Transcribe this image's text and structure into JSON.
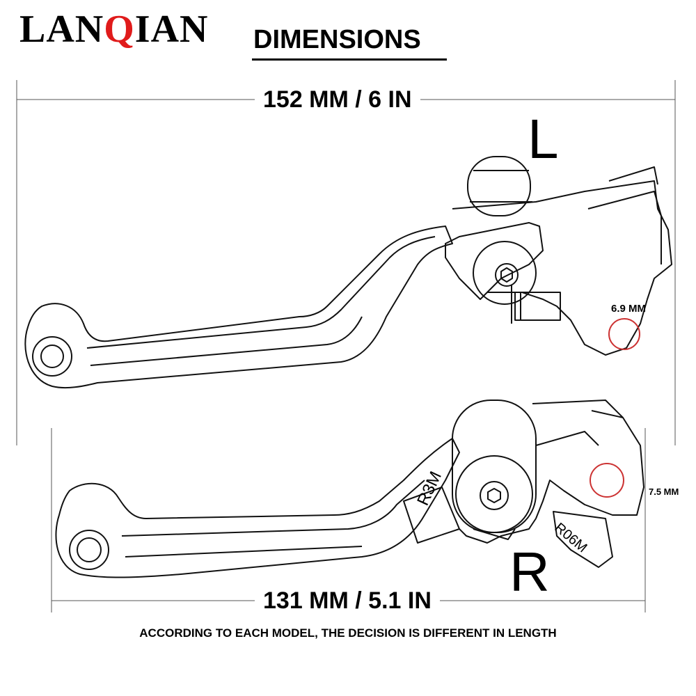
{
  "brand": {
    "logo_text_1": "LAN",
    "logo_text_q": "Q",
    "logo_text_2": "IAN",
    "accent_color": "#e01b1b"
  },
  "heading": "DIMENSIONS",
  "left_lever": {
    "side_label": "L",
    "length_label": "152 MM / 6 IN",
    "hole_label": "6.9 MM"
  },
  "right_lever": {
    "side_label": "R",
    "length_label": "131 MM / 5.1 IN",
    "hole_label": "7.5 MM",
    "engraving_1": "R3M",
    "engraving_2": "R06M"
  },
  "footer_note": "ACCORDING TO EACH MODEL, THE DECISION IS DIFFERENT IN LENGTH"
}
